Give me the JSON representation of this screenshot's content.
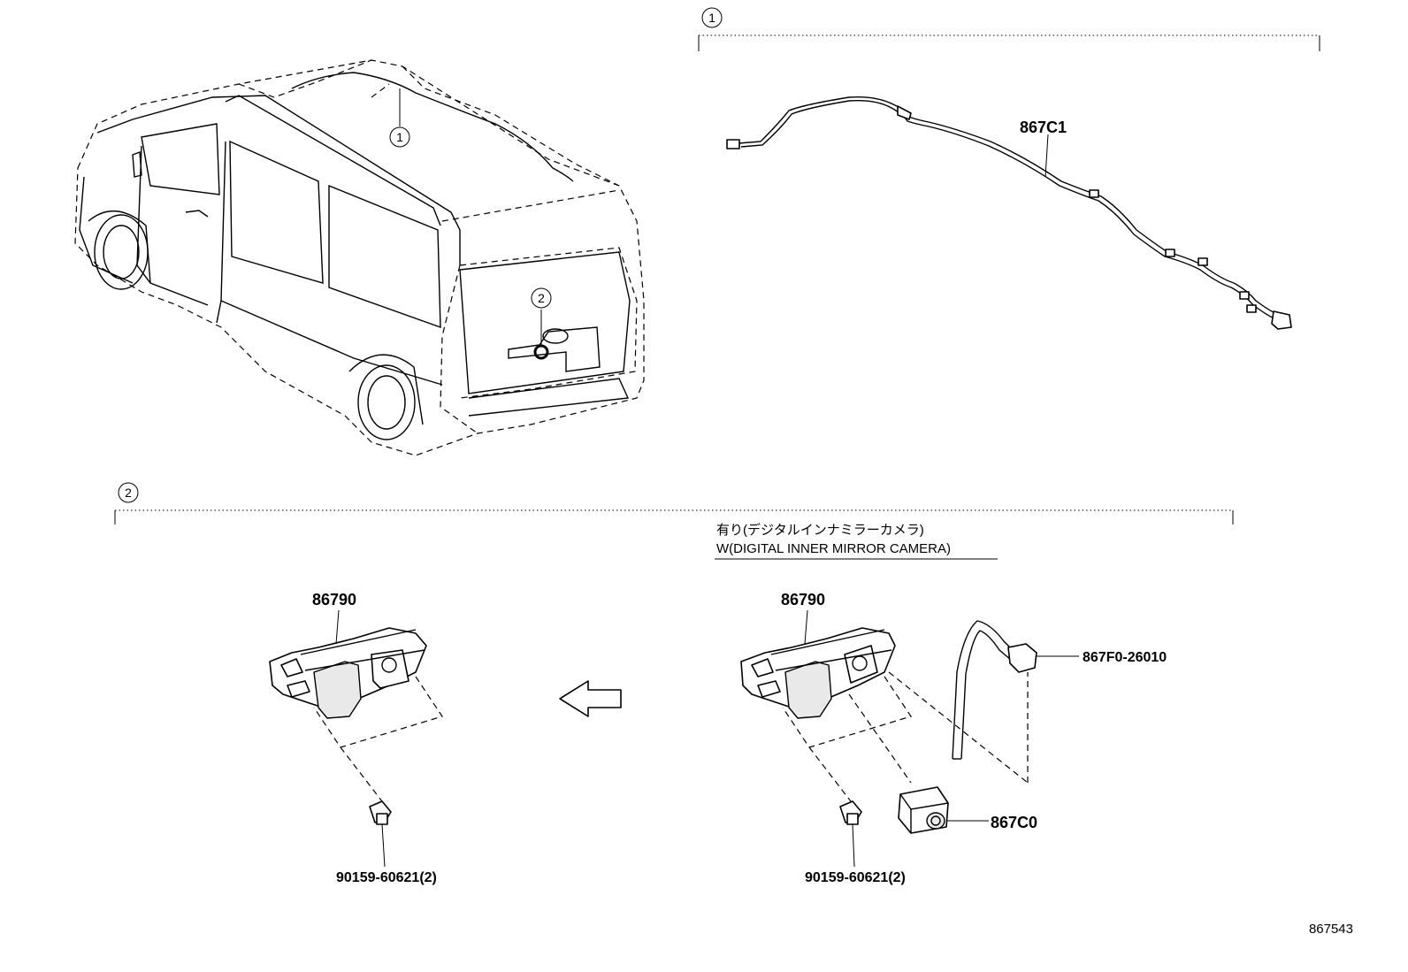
{
  "callouts": {
    "one": "1",
    "two": "2"
  },
  "group1": {
    "harness_part": "867C1"
  },
  "group2": {
    "left": {
      "bracket_part": "86790",
      "screw_part": "90159-60621(2)"
    },
    "right": {
      "note_jp": "有り(デジタルインナミラーカメラ)",
      "note_en": "W(DIGITAL INNER MIRROR CAMERA)",
      "bracket_part": "86790",
      "cable_part": "867F0-26010",
      "camera_part": "867C0",
      "screw_part": "90159-60621(2)"
    }
  },
  "diagram_id": "867543"
}
